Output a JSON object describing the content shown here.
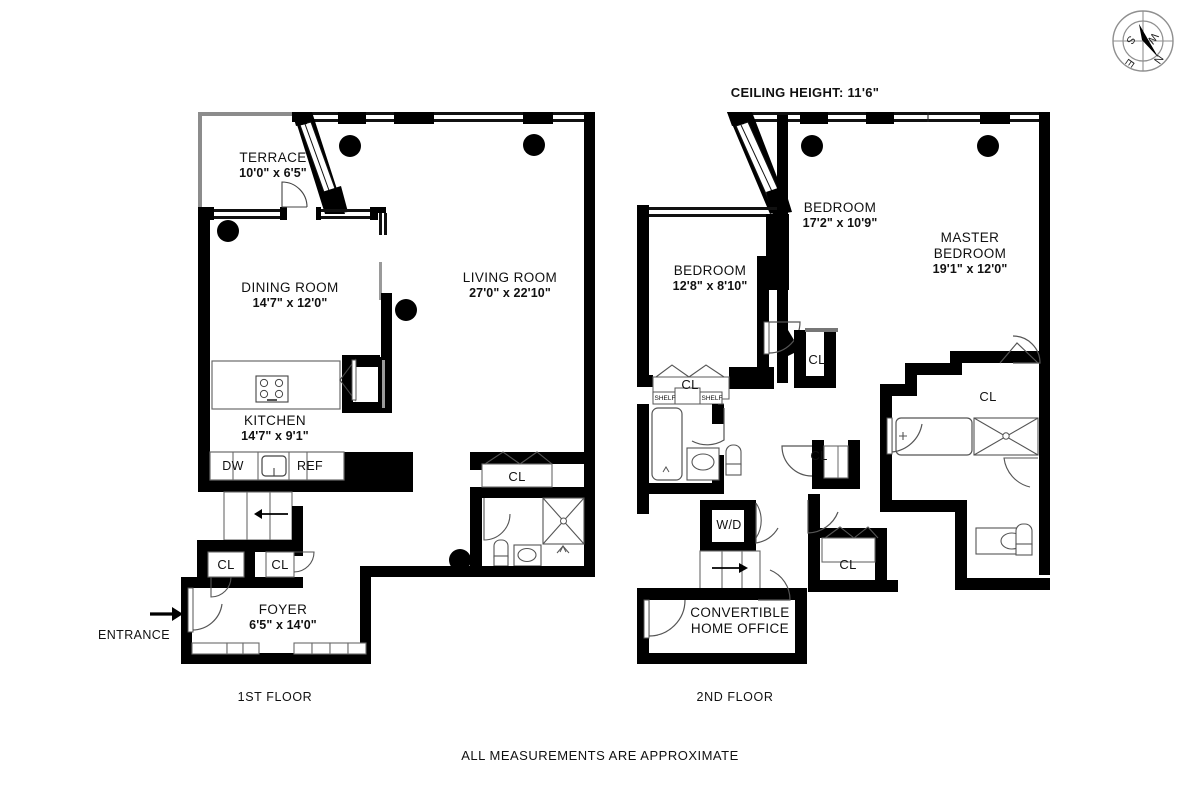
{
  "document": {
    "ceiling_height_note": "CEILING HEIGHT: 11'6\"",
    "footer_note": "ALL MEASUREMENTS ARE APPROXIMATE",
    "entrance_label": "ENTRANCE",
    "compass": {
      "name": "compass-rose",
      "points": [
        "N",
        "S",
        "E",
        "W"
      ]
    }
  },
  "floors": [
    {
      "id": "first",
      "label": "1ST FLOOR",
      "rooms": [
        {
          "name": "TERRACE",
          "dim": "10'0\" x 6'5\""
        },
        {
          "name": "DINING ROOM",
          "dim": "14'7\" x 12'0\""
        },
        {
          "name": "LIVING ROOM",
          "dim": "27'0\" x 22'10\""
        },
        {
          "name": "KITCHEN",
          "dim": "14'7\" x 9'1\""
        },
        {
          "name": "FOYER",
          "dim": "6'5\" x 14'0\""
        }
      ],
      "closets": [
        "CL",
        "CL",
        "CL"
      ],
      "appliances": [
        "DW",
        "REF"
      ]
    },
    {
      "id": "second",
      "label": "2ND FLOOR",
      "rooms": [
        {
          "name": "BEDROOM",
          "dim": "17'2\" x 10'9\""
        },
        {
          "name": "BEDROOM",
          "dim": "12'8\" x 8'10\""
        },
        {
          "name": "MASTER BEDROOM",
          "dim": "19'1\" x 12'0\""
        },
        {
          "name": "CONVERTIBLE HOME OFFICE",
          "dim": ""
        }
      ],
      "closets": [
        "CL",
        "CL",
        "CL",
        "CL",
        "CL"
      ],
      "shelves": [
        "SHELF",
        "SHELF"
      ],
      "appliances": [
        "W/D"
      ]
    }
  ],
  "labels": {
    "terrace_name": "TERRACE",
    "terrace_dim": "10'0\" x 6'5\"",
    "dining_name": "DINING ROOM",
    "dining_dim": "14'7\" x 12'0\"",
    "living_name": "LIVING ROOM",
    "living_dim": "27'0\" x 22'10\"",
    "kitchen_name": "KITCHEN",
    "kitchen_dim": "14'7\" x 9'1\"",
    "foyer_name": "FOYER",
    "foyer_dim": "6'5\" x 14'0\"",
    "bedroom2_name": "BEDROOM",
    "bedroom2_dim": "17'2\" x 10'9\"",
    "bedroom3_name": "BEDROOM",
    "bedroom3_dim": "12'8\" x 8'10\"",
    "master_name_l1": "MASTER",
    "master_name_l2": "BEDROOM",
    "master_dim": "19'1\" x 12'0\"",
    "office_l1": "CONVERTIBLE",
    "office_l2": "HOME OFFICE",
    "cl": "CL",
    "shelf": "SHELF",
    "dw": "DW",
    "ref": "REF",
    "wd": "W/D",
    "floor1": "1ST FLOOR",
    "floor2": "2ND FLOOR"
  },
  "colors": {
    "wall": "#000000",
    "thin_wall": "#8c8c8c",
    "fixture_line": "#555555",
    "text": "#111111",
    "background": "#ffffff"
  }
}
